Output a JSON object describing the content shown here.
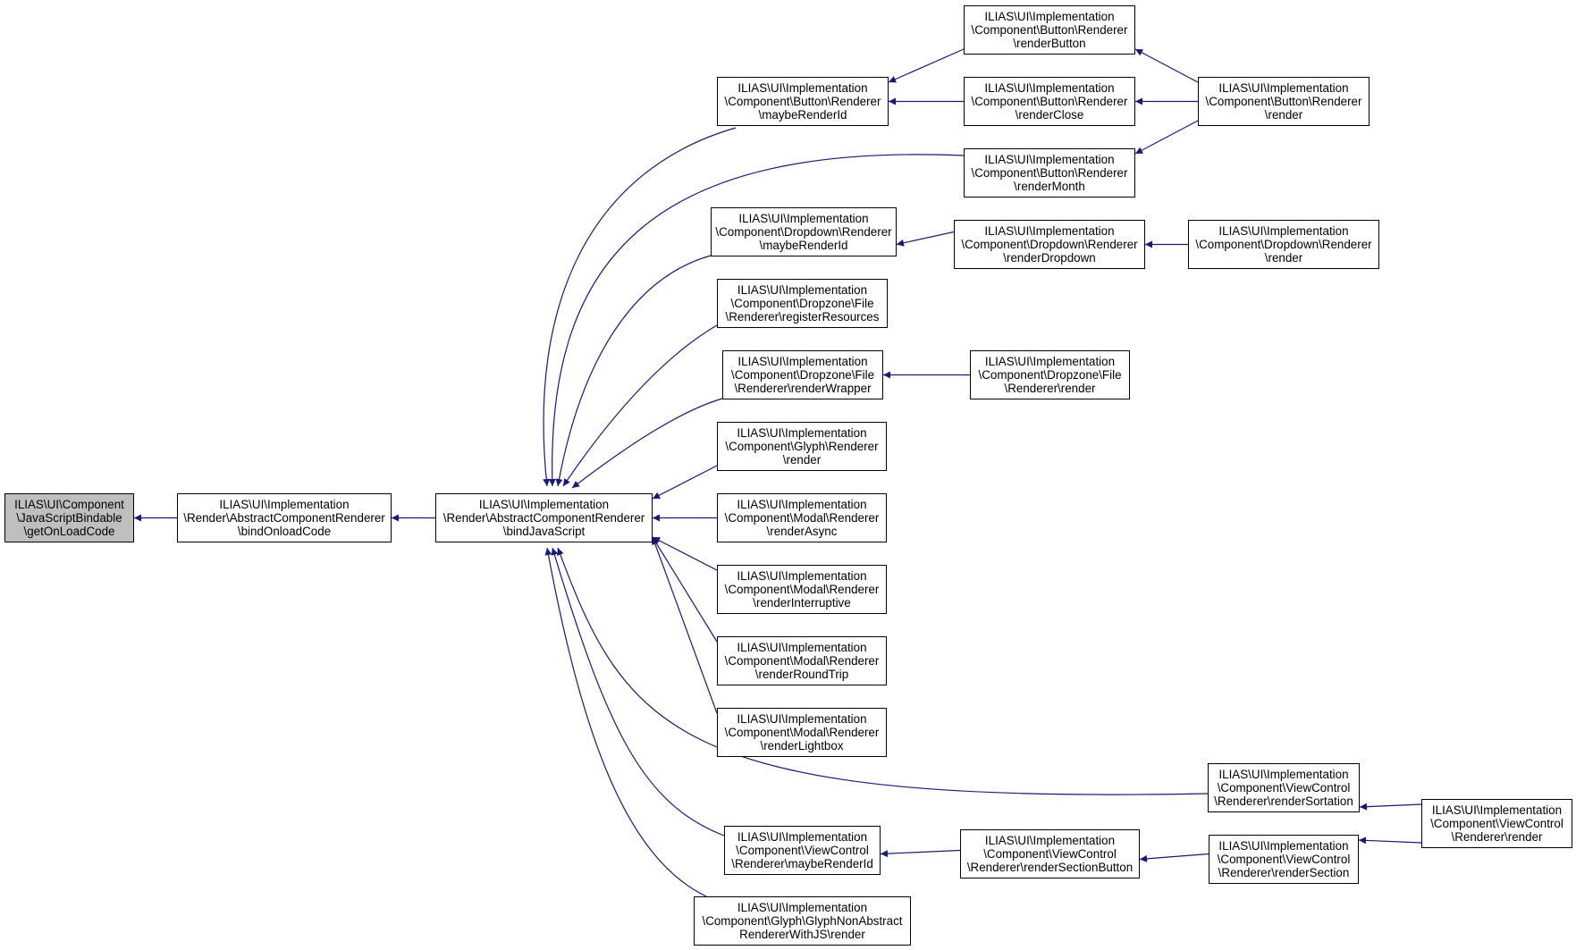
{
  "colors": {
    "edge": "#191970",
    "node_border": "#000000",
    "focus_fill": "#bfbfbf",
    "node_fill": "#ffffff"
  },
  "nodes": [
    {
      "id": "getOnLoadCode",
      "focus": true,
      "lines": [
        "ILIAS\\UI\\Component",
        "\\JavaScriptBindable",
        "\\getOnLoadCode"
      ]
    },
    {
      "id": "bindOnloadCode",
      "lines": [
        "ILIAS\\UI\\Implementation",
        "\\Render\\AbstractComponentRenderer",
        "\\bindOnloadCode"
      ]
    },
    {
      "id": "bindJavaScript",
      "lines": [
        "ILIAS\\UI\\Implementation",
        "\\Render\\AbstractComponentRenderer",
        "\\bindJavaScript"
      ]
    },
    {
      "id": "btnMaybeRenderId",
      "lines": [
        "ILIAS\\UI\\Implementation",
        "\\Component\\Button\\Renderer",
        "\\maybeRenderId"
      ]
    },
    {
      "id": "btnRenderButton",
      "lines": [
        "ILIAS\\UI\\Implementation",
        "\\Component\\Button\\Renderer",
        "\\renderButton"
      ]
    },
    {
      "id": "btnRenderClose",
      "lines": [
        "ILIAS\\UI\\Implementation",
        "\\Component\\Button\\Renderer",
        "\\renderClose"
      ]
    },
    {
      "id": "btnRender",
      "lines": [
        "ILIAS\\UI\\Implementation",
        "\\Component\\Button\\Renderer",
        "\\render"
      ]
    },
    {
      "id": "btnRenderMonth",
      "lines": [
        "ILIAS\\UI\\Implementation",
        "\\Component\\Button\\Renderer",
        "\\renderMonth"
      ]
    },
    {
      "id": "ddMaybeRenderId",
      "lines": [
        "ILIAS\\UI\\Implementation",
        "\\Component\\Dropdown\\Renderer",
        "\\maybeRenderId"
      ]
    },
    {
      "id": "ddRenderDropdown",
      "lines": [
        "ILIAS\\UI\\Implementation",
        "\\Component\\Dropdown\\Renderer",
        "\\renderDropdown"
      ]
    },
    {
      "id": "ddRender",
      "lines": [
        "ILIAS\\UI\\Implementation",
        "\\Component\\Dropdown\\Renderer",
        "\\render"
      ]
    },
    {
      "id": "dzRegisterResources",
      "lines": [
        "ILIAS\\UI\\Implementation",
        "\\Component\\Dropzone\\File",
        "\\Renderer\\registerResources"
      ]
    },
    {
      "id": "dzRenderWrapper",
      "lines": [
        "ILIAS\\UI\\Implementation",
        "\\Component\\Dropzone\\File",
        "\\Renderer\\renderWrapper"
      ]
    },
    {
      "id": "dzRender",
      "lines": [
        "ILIAS\\UI\\Implementation",
        "\\Component\\Dropzone\\File",
        "\\Renderer\\render"
      ]
    },
    {
      "id": "glyphRender",
      "lines": [
        "ILIAS\\UI\\Implementation",
        "\\Component\\Glyph\\Renderer",
        "\\render"
      ]
    },
    {
      "id": "modalRenderAsync",
      "lines": [
        "ILIAS\\UI\\Implementation",
        "\\Component\\Modal\\Renderer",
        "\\renderAsync"
      ]
    },
    {
      "id": "modalRenderInterruptive",
      "lines": [
        "ILIAS\\UI\\Implementation",
        "\\Component\\Modal\\Renderer",
        "\\renderInterruptive"
      ]
    },
    {
      "id": "modalRenderRoundTrip",
      "lines": [
        "ILIAS\\UI\\Implementation",
        "\\Component\\Modal\\Renderer",
        "\\renderRoundTrip"
      ]
    },
    {
      "id": "modalRenderLightbox",
      "lines": [
        "ILIAS\\UI\\Implementation",
        "\\Component\\Modal\\Renderer",
        "\\renderLightbox"
      ]
    },
    {
      "id": "vcRenderSortation",
      "lines": [
        "ILIAS\\UI\\Implementation",
        "\\Component\\ViewControl",
        "\\Renderer\\renderSortation"
      ]
    },
    {
      "id": "vcRender",
      "lines": [
        "ILIAS\\UI\\Implementation",
        "\\Component\\ViewControl",
        "\\Renderer\\render"
      ]
    },
    {
      "id": "vcMaybeRenderId",
      "lines": [
        "ILIAS\\UI\\Implementation",
        "\\Component\\ViewControl",
        "\\Renderer\\maybeRenderId"
      ]
    },
    {
      "id": "vcRenderSectionButton",
      "lines": [
        "ILIAS\\UI\\Implementation",
        "\\Component\\ViewControl",
        "\\Renderer\\renderSectionButton"
      ]
    },
    {
      "id": "vcRenderSection",
      "lines": [
        "ILIAS\\UI\\Implementation",
        "\\Component\\ViewControl",
        "\\Renderer\\renderSection"
      ]
    },
    {
      "id": "glyphNonAbstract",
      "lines": [
        "ILIAS\\UI\\Implementation",
        "\\Component\\Glyph\\GlyphNonAbstract",
        "RendererWithJS\\render"
      ]
    }
  ],
  "edges": [
    {
      "from": "bindOnloadCode",
      "to": "getOnLoadCode"
    },
    {
      "from": "bindJavaScript",
      "to": "bindOnloadCode"
    },
    {
      "from": "btnMaybeRenderId",
      "to": "bindJavaScript"
    },
    {
      "from": "btnRenderMonth",
      "to": "bindJavaScript"
    },
    {
      "from": "ddMaybeRenderId",
      "to": "bindJavaScript"
    },
    {
      "from": "dzRegisterResources",
      "to": "bindJavaScript"
    },
    {
      "from": "dzRenderWrapper",
      "to": "bindJavaScript"
    },
    {
      "from": "glyphRender",
      "to": "bindJavaScript"
    },
    {
      "from": "modalRenderAsync",
      "to": "bindJavaScript"
    },
    {
      "from": "modalRenderInterruptive",
      "to": "bindJavaScript"
    },
    {
      "from": "modalRenderRoundTrip",
      "to": "bindJavaScript"
    },
    {
      "from": "modalRenderLightbox",
      "to": "bindJavaScript"
    },
    {
      "from": "vcRenderSortation",
      "to": "bindJavaScript"
    },
    {
      "from": "vcMaybeRenderId",
      "to": "bindJavaScript"
    },
    {
      "from": "glyphNonAbstract",
      "to": "bindJavaScript"
    },
    {
      "from": "btnRenderButton",
      "to": "btnMaybeRenderId"
    },
    {
      "from": "btnRenderClose",
      "to": "btnMaybeRenderId"
    },
    {
      "from": "btnRender",
      "to": "btnRenderButton"
    },
    {
      "from": "btnRender",
      "to": "btnRenderClose"
    },
    {
      "from": "btnRender",
      "to": "btnRenderMonth"
    },
    {
      "from": "ddRenderDropdown",
      "to": "ddMaybeRenderId"
    },
    {
      "from": "ddRender",
      "to": "ddRenderDropdown"
    },
    {
      "from": "dzRender",
      "to": "dzRenderWrapper"
    },
    {
      "from": "vcRender",
      "to": "vcRenderSortation"
    },
    {
      "from": "vcRender",
      "to": "vcRenderSection"
    },
    {
      "from": "vcRenderSectionButton",
      "to": "vcMaybeRenderId"
    },
    {
      "from": "vcRenderSection",
      "to": "vcRenderSectionButton"
    }
  ]
}
